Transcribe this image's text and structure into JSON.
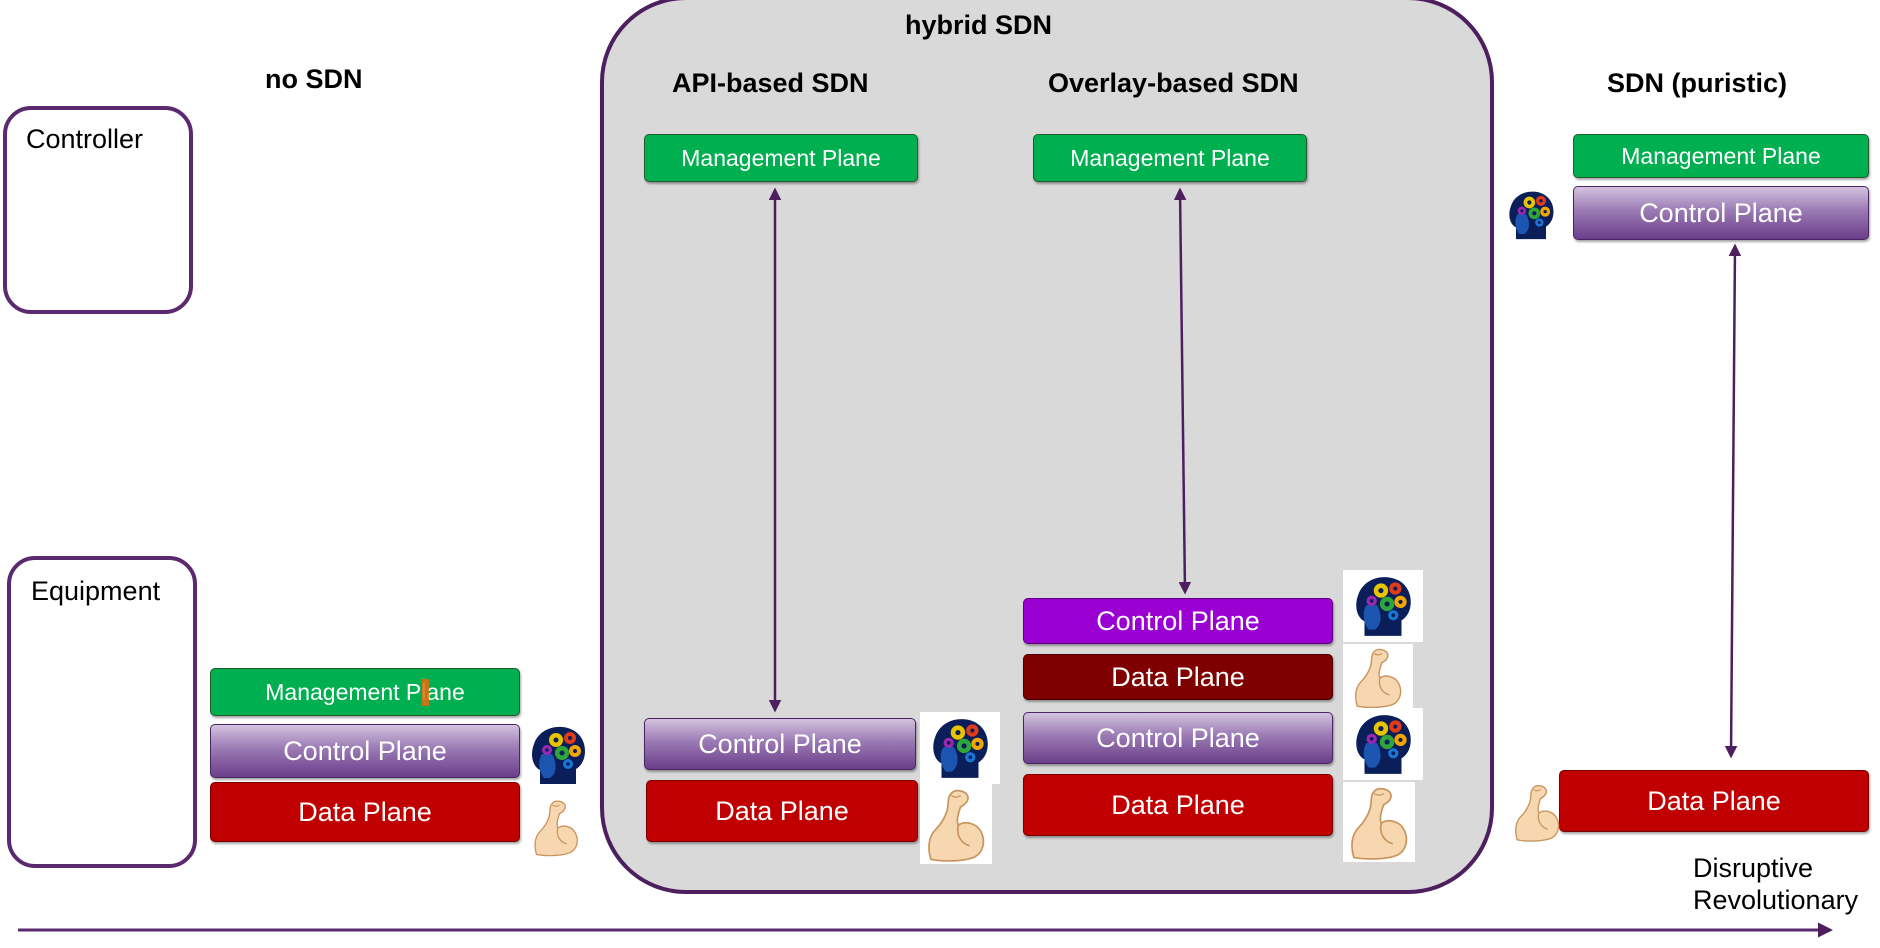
{
  "columns": {
    "no_sdn": "no SDN",
    "hybrid": "hybrid SDN",
    "api_based": "API-based SDN",
    "overlay_based": "Overlay-based SDN",
    "puristic": "SDN (puristic)"
  },
  "side_labels": {
    "controller": "Controller",
    "equipment": "Equipment"
  },
  "planes": {
    "management": "Management Pl",
    "management_tail": "ane",
    "management_full": "Management Plane",
    "control": "Control Plane",
    "data": "Data Plane"
  },
  "axis": {
    "line1": "Disruptive",
    "line2": "Revolutionary"
  },
  "icons": {
    "brain": "brain-gears-icon",
    "muscle": "flexed-bicep-icon"
  },
  "colors": {
    "management": "#00b050",
    "control": "#7b4f9d",
    "control_bright": "#9b00d3",
    "data": "#c00000",
    "data_dark": "#7f0000",
    "frame": "#5b2a6e",
    "hybrid_bg": "#d9d9d9"
  }
}
